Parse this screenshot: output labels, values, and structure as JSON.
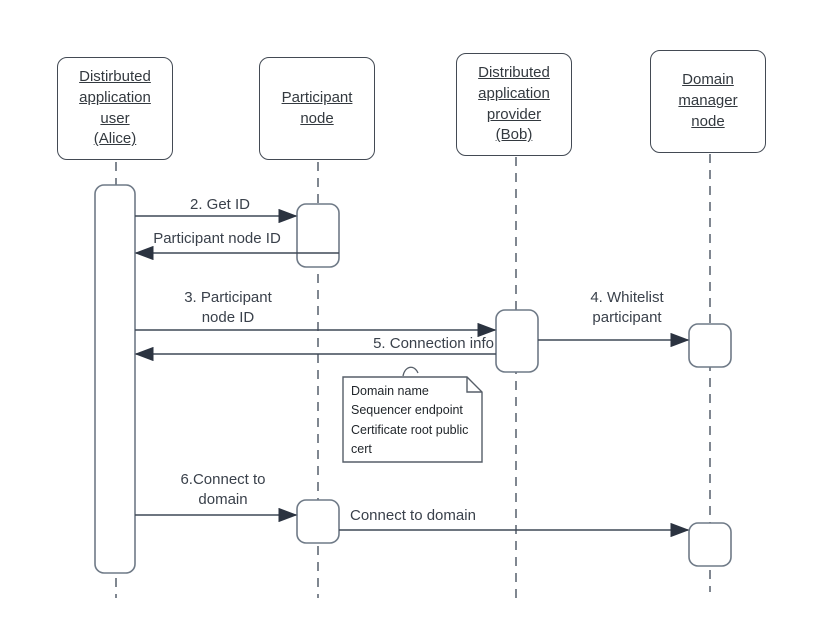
{
  "diagram": {
    "type": "sequence-diagram",
    "actors": [
      {
        "id": "alice",
        "label": "Distirbuted\napplication\nuser\n(Alice)"
      },
      {
        "id": "participant-node",
        "label": "Participant\nnode"
      },
      {
        "id": "provider-bob",
        "label": "Distributed\napplication\nprovider\n(Bob)"
      },
      {
        "id": "domain-manager-node",
        "label": "Domain\nmanager\nnode"
      }
    ],
    "messages": [
      {
        "id": "get-id",
        "label": "2. Get ID",
        "from": "alice",
        "to": "participant-node"
      },
      {
        "id": "participant-node-id-return",
        "label": "Participant node ID",
        "from": "participant-node",
        "to": "alice"
      },
      {
        "id": "participant-node-id",
        "label": "3. Participant\nnode ID",
        "from": "alice",
        "to": "provider-bob"
      },
      {
        "id": "whitelist-participant",
        "label": "4. Whitelist\nparticipant",
        "from": "provider-bob",
        "to": "domain-manager-node"
      },
      {
        "id": "connection-info",
        "label": "5. Connection info",
        "from": "provider-bob",
        "to": "alice"
      },
      {
        "id": "connect-to-domain",
        "label": "6.Connect to\ndomain",
        "from": "alice",
        "to": "participant-node"
      },
      {
        "id": "connect-to-domain-2",
        "label": "Connect to domain",
        "from": "participant-node",
        "to": "domain-manager-node"
      }
    ],
    "note": {
      "text": "Domain name\nSequencer endpoint\nCertificate root public\ncert"
    },
    "colors": {
      "background": "#ffffff",
      "actor_box_stroke": "#434a54",
      "activation_stroke": "#6f7a87",
      "line_stroke": "#3f4856",
      "arrowhead_fill": "#2b3340",
      "text": "#3a414b"
    }
  }
}
